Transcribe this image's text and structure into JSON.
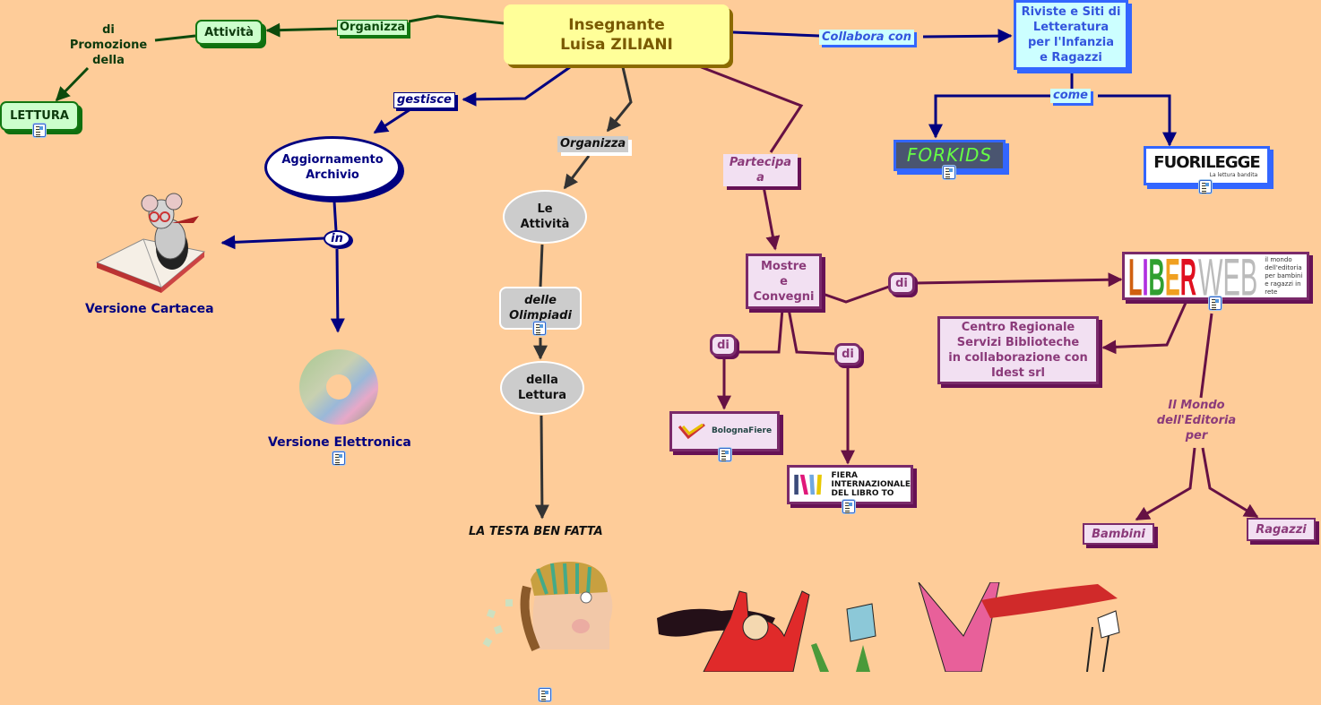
{
  "root": {
    "label": "Insegnante\nLuisa ZILIANI"
  },
  "left_branch": {
    "link_label": "Organizza",
    "activity_node": "Attività",
    "connector_text": "di\nPromozione\ndella",
    "reading_node": "LETTURA"
  },
  "archive_branch": {
    "link_label": "gestisce",
    "node": "Aggiornamento\nArchivio",
    "in_label": "in",
    "paper_version": "Versione Cartacea",
    "paper_image": "mouse-reading-book-image",
    "electronic_version": "Versione Elettronica",
    "electronic_image": "cd-disc-image"
  },
  "activities_branch": {
    "link_label": "Organizza",
    "node": "Le\nAttività",
    "olympics_node": "delle\nOlimpiadi",
    "reading_node": "della\nLettura",
    "result_text": "LA TESTA BEN FATTA",
    "head_image": "head-with-library-image",
    "children_image": "children-reading-banner-image"
  },
  "events_branch": {
    "link_label": "Partecipa\na",
    "node": "Mostre\ne\nConvegni",
    "di_labels": [
      "di",
      "di",
      "di"
    ],
    "bologna_logo": "BolognaFiere",
    "torino_logo": [
      "FIERA",
      "INTERNAZIONALE",
      "DEL LIBRO TO"
    ],
    "liberweb_logo": "LIBERWEB",
    "liberweb_tagline": "il mondo dell'editoria per bambini e ragazzi in rete",
    "centro_node": "Centro Regionale\nServizi Biblioteche\nin collaborazione con\nIdest srl",
    "editoria_text": "Il Mondo\ndell'Editoria\nper",
    "bambini": "Bambini",
    "ragazzi": "Ragazzi"
  },
  "magazines_branch": {
    "link_label": "Collabora con",
    "node": "Riviste e Siti di\nLetteratura\nper l'Infanzia\ne Ragazzi",
    "come_label": "come",
    "forkids": "FORKIDS",
    "fuorilegge": "FUORILEGGE",
    "fuorilegge_tagline": "La lettura bandita"
  },
  "colors": {
    "background": "#FECC99",
    "green": "#117711",
    "navy": "#000080",
    "dark_gray": "#333333",
    "plum": "#661144",
    "blue": "#3366FF",
    "root_fill": "#FFFF99"
  }
}
